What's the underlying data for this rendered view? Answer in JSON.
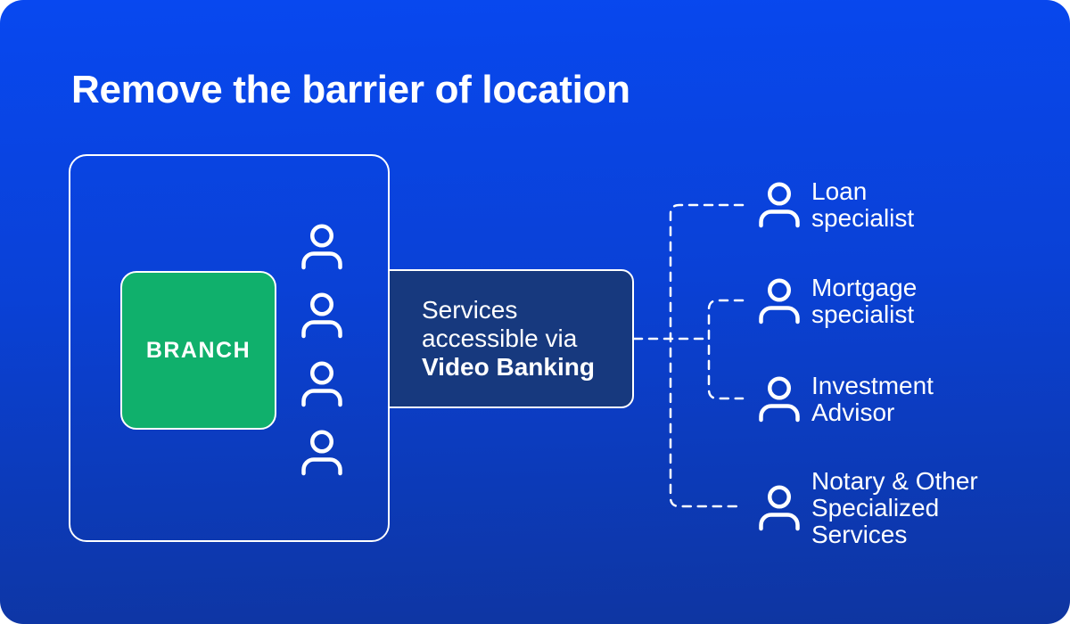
{
  "title": "Remove the barrier of location",
  "branch": {
    "label": "BRANCH"
  },
  "services_box": {
    "line1": "Services",
    "line2": "accessible via",
    "line3": "Video Banking"
  },
  "specialists": [
    {
      "lines": [
        "Loan",
        "specialist"
      ]
    },
    {
      "lines": [
        "Mortgage",
        "specialist"
      ]
    },
    {
      "lines": [
        "Investment",
        "Advisor"
      ]
    },
    {
      "lines": [
        "Notary & Other",
        "Specialized",
        "Services"
      ]
    }
  ],
  "icons": {
    "person": "person-outline"
  },
  "colors": {
    "background_top": "#0848F0",
    "background_bottom": "#0E35A0",
    "card_outside": "#FFFFFF",
    "services_box_fill": "#17397E",
    "branch_green": "#10B06C",
    "line_white": "#FFFFFF"
  }
}
